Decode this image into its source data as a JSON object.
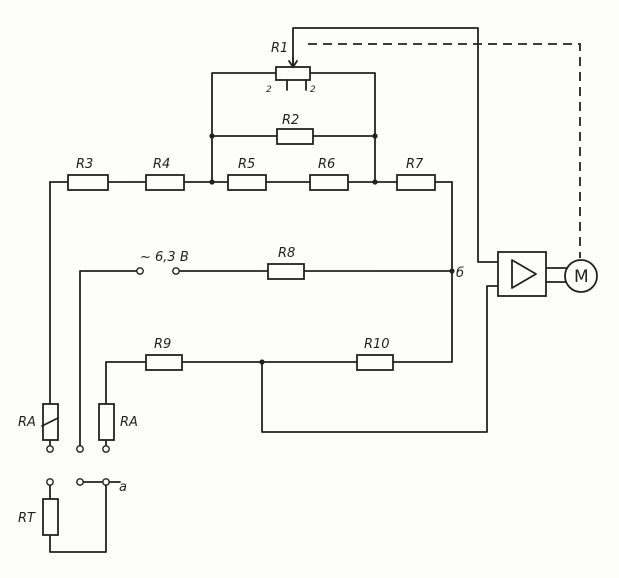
{
  "labels": {
    "r1": "R1",
    "r1_tap_left": "2",
    "r1_tap_right": "2",
    "r2": "R2",
    "r3": "R3",
    "r4": "R4",
    "r5": "R5",
    "r6": "R6",
    "r7": "R7",
    "r8": "R8",
    "r9": "R9",
    "r10": "R10",
    "ra_left": "RA",
    "ra_right": "RA",
    "rt": "RT",
    "supply": "~ 6,3 B",
    "node_b": "б",
    "node_a": "a",
    "motor": "M"
  }
}
